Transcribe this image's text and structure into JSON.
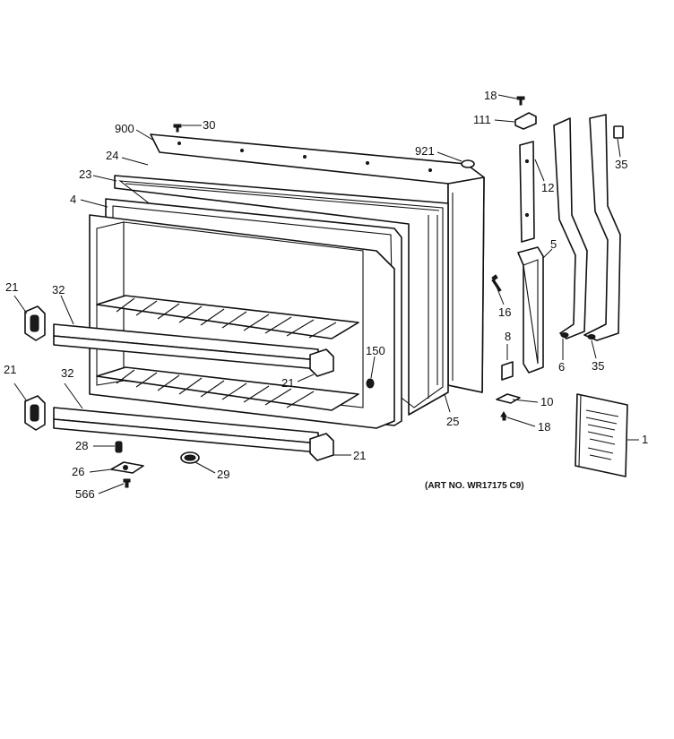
{
  "art_note": "(ART NO. WR17175 C9)",
  "labels": {
    "p900": "900",
    "p30": "30",
    "p24": "24",
    "p23": "23",
    "p4": "4",
    "p921": "921",
    "p18a": "18",
    "p111": "111",
    "p12": "12",
    "p35a": "35",
    "p5": "5",
    "p16": "16",
    "p8": "8",
    "p6": "6",
    "p35b": "35",
    "p10": "10",
    "p18b": "18",
    "p1": "1",
    "p21a": "21",
    "p32a": "32",
    "p21b": "21",
    "p32b": "32",
    "p150": "150",
    "p21c": "21",
    "p25": "25",
    "p21d": "21",
    "p28": "28",
    "p26": "26",
    "p29": "29",
    "p566": "566"
  }
}
